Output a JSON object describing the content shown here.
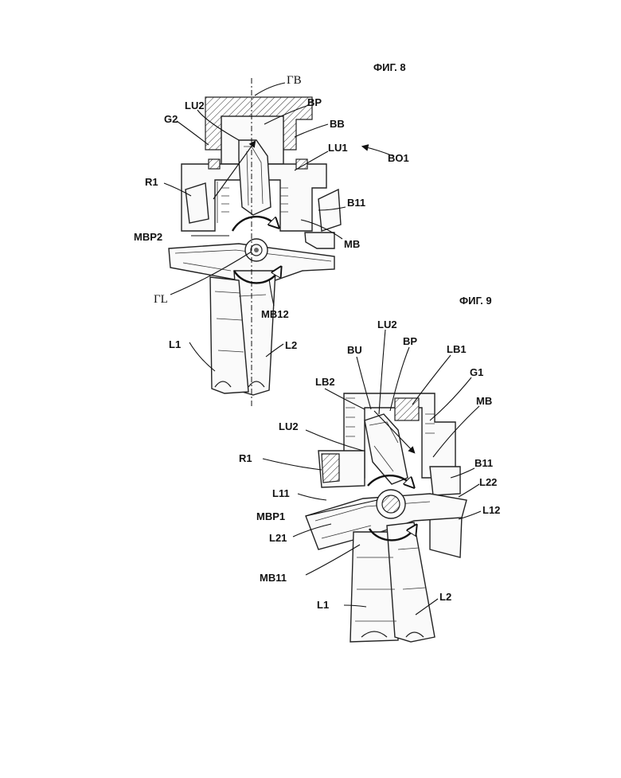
{
  "figures": [
    {
      "title": "ФИГ. 8",
      "labels": [
        "ΓB",
        "LU2",
        "BP",
        "G2",
        "BB",
        "LU1",
        "BO1",
        "R1",
        "B11",
        "MBP2",
        "MB",
        "ΓL",
        "MB12",
        "L1",
        "L2"
      ]
    },
    {
      "title": "ФИГ. 9",
      "labels": [
        "LU2",
        "BU",
        "BP",
        "LB1",
        "G1",
        "LB2",
        "MB",
        "LU2",
        "R1",
        "B11",
        "L11",
        "L22",
        "MBP1",
        "L12",
        "L21",
        "MB11",
        "L1",
        "L2"
      ]
    }
  ],
  "icons": [
    "rotation-arrow-icon",
    "direction-arrow-icon"
  ]
}
